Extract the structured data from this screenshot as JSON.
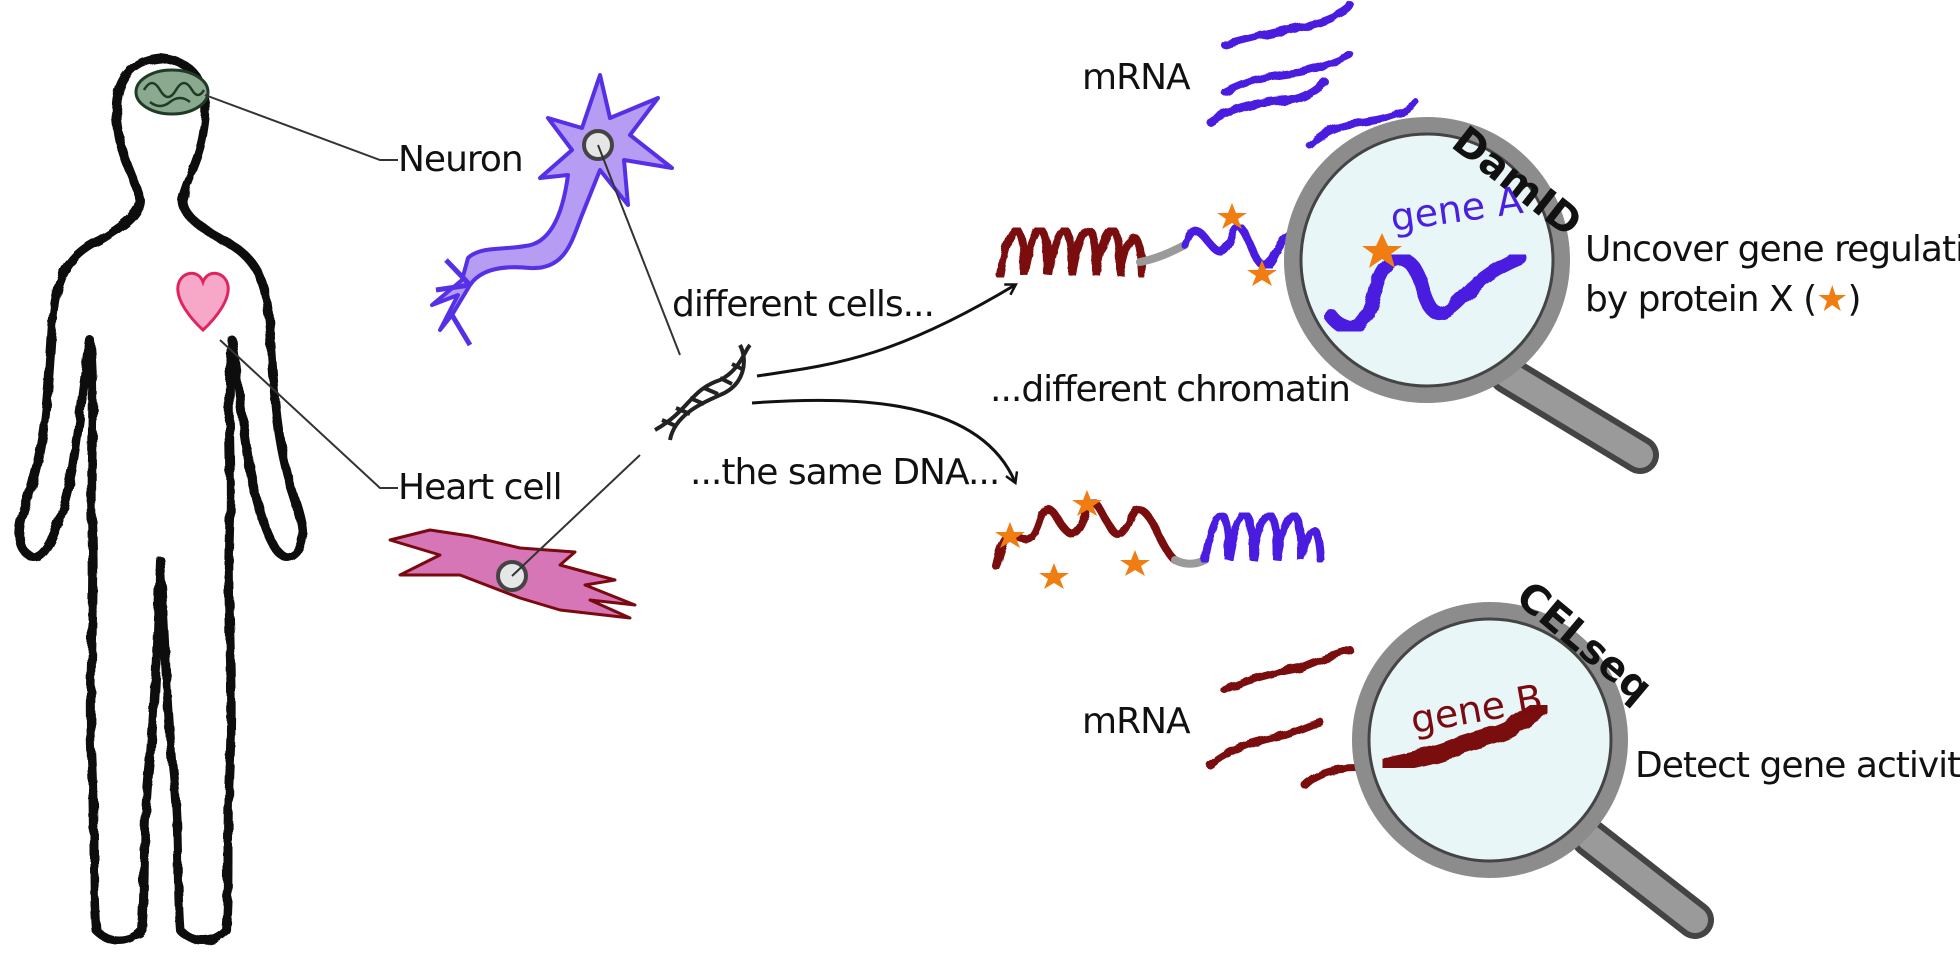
{
  "labels": {
    "neuron": "Neuron",
    "heart_cell": "Heart cell",
    "different_cells": "different cells...",
    "same_dna": "...the same DNA...",
    "different_chromatin": "...different chromatin",
    "mrna_top": "mRNA",
    "mrna_bottom": "mRNA"
  },
  "damid": {
    "method": "DamID",
    "gene": "gene A",
    "caption_line1": "Uncover gene regulation",
    "caption_line2_before": "by protein X (",
    "caption_star": "★",
    "caption_line2_after": ")"
  },
  "celseq": {
    "method": "CELseq",
    "gene": "gene B",
    "caption": "Detect gene activity"
  },
  "colors": {
    "outline": "#111111",
    "brain": "#8aa98f",
    "heart_fill": "#f7a8c9",
    "heart_stroke": "#e0245e",
    "neuron_fill": "#b69cf2",
    "neuron_stroke": "#5530e6",
    "blue_chromatin": "#4a1fe0",
    "red_chromatin": "#7a0a0f",
    "heart_cell_fill": "#d776b6",
    "star": "#f07d12",
    "lens": "#e9f6f8",
    "lens_rim": "#8c8c8c"
  }
}
